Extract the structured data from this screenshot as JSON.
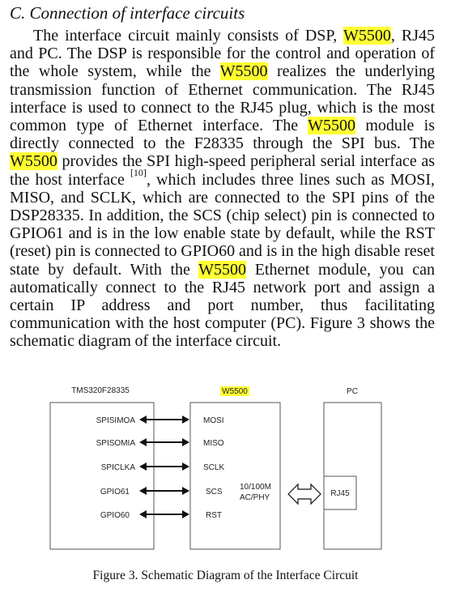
{
  "section": {
    "heading": "C.  Connection of interface circuits"
  },
  "paragraph": {
    "s1": "The interface circuit mainly consists of DSP,",
    "hl1": "W5500",
    "s2": ", RJ45 and PC. The DSP is responsible for the control and operation of the whole system, while the",
    "hl2": "W5500",
    "s3": "realizes the underlying transmission function of Ethernet communication. The RJ45 interface is used to connect to the RJ45 plug, which is the most common type of Ethernet interface. The",
    "hl3": "W5500",
    "s4": "module is directly connected to the F28335 through the SPI bus. The",
    "hl4": "W5500",
    "s5": "provides the SPI high-speed peripheral serial interface as the host interface",
    "cite": "[10]",
    "s6": ", which includes three lines such as MOSI, MISO, and SCLK, which are connected to the SPI pins of the DSP28335. In addition, the SCS (chip select) pin is connected to GPIO61 and is in the low enable state by default, while the RST (reset) pin is connected to GPIO60 and is in the high disable reset state by default. With the",
    "hl5": "W5500",
    "s7": "Ethernet module, you can automatically connect to the RJ45 network port and assign a certain IP address and port number, thus facilitating communication with the host computer (PC). Figure 3 shows the schematic diagram of the interface circuit."
  },
  "figure": {
    "dsp_title": "TMS320F28335",
    "w5500_title": "W5500",
    "pc_title": "PC",
    "dsp_pins": [
      "SPISIMOA",
      "SPISOMIA",
      "SPICLKA",
      "GPIO61",
      "GPIO60"
    ],
    "w5500_pins": [
      "MOSI",
      "MISO",
      "SCLK",
      "SCS",
      "RST"
    ],
    "phy_label_1": "10/100M",
    "phy_label_2": "AC/PHY",
    "rj45_label": "RJ45",
    "caption": "Figure 3. Schematic Diagram of the Interface Circuit",
    "colors": {
      "highlight": "#ffff33",
      "box_stroke": "#555555",
      "arrow": "#111111"
    }
  }
}
